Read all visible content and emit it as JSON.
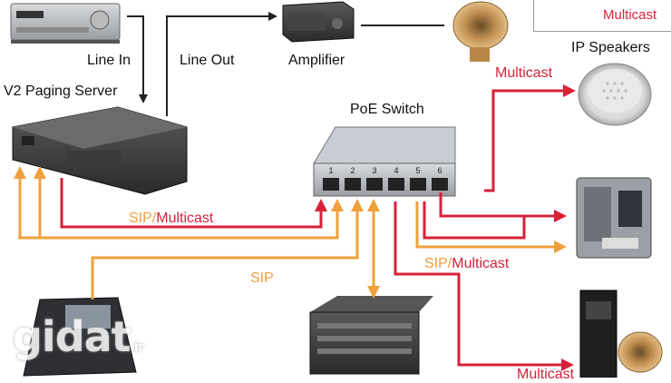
{
  "labels": {
    "paging_server": "V2 Paging Server",
    "line_in": "Line In",
    "line_out": "Line Out",
    "amplifier": "Amplifier",
    "ip_speakers": "IP Speakers",
    "poe_switch": "PoE Switch",
    "multicast_top": "Multicast",
    "sip_left_a": "SIP",
    "slash_left": "/",
    "multicast_left": "Multicast",
    "sip_center": "SIP",
    "sip_right_a": "SIP",
    "slash_right": "/",
    "multicast_right": "Multicast",
    "legend_multicast": "Multicast",
    "multicast_bottom": "Multicast"
  },
  "switch_ports": [
    "1",
    "2",
    "3",
    "4",
    "5",
    "6"
  ],
  "colors": {
    "sip": "#f0a03c",
    "multicast": "#d5223a",
    "audio": "#222222"
  },
  "watermark": "gidat.ir"
}
